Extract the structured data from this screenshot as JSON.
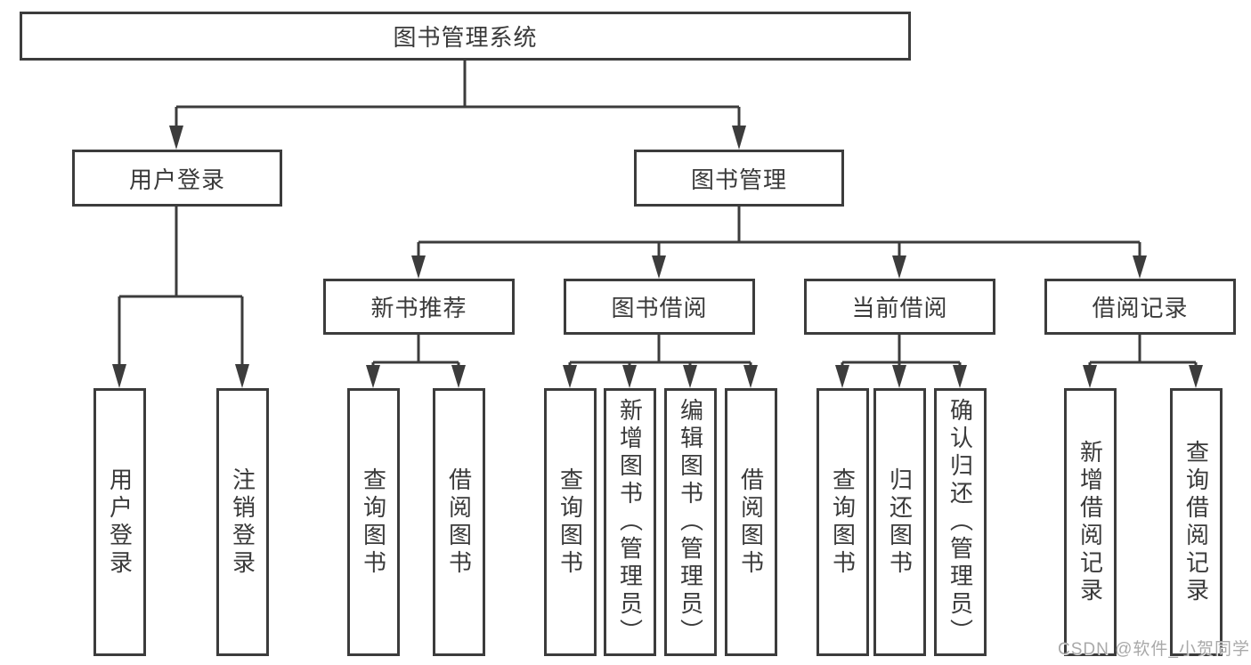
{
  "diagram": {
    "title": "图书管理系统",
    "user_branch": {
      "label": "用户登录",
      "children": [
        "用户登录",
        "注销登录"
      ]
    },
    "book_branch": {
      "label": "图书管理",
      "groups": [
        {
          "label": "新书推荐",
          "children": [
            "查询图书",
            "借阅图书"
          ]
        },
        {
          "label": "图书借阅",
          "children": [
            "查询图书",
            "新增图书（管理员）",
            "编辑图书（管理员）",
            "借阅图书"
          ]
        },
        {
          "label": "当前借阅",
          "children": [
            "查询图书",
            "归还图书",
            "确认归还（管理员）"
          ]
        },
        {
          "label": "借阅记录",
          "children": [
            "新增借阅记录",
            "查询借阅记录"
          ]
        }
      ]
    }
  },
  "watermark": "CSDN @软件_小贺同学",
  "colors": {
    "line": "#3c3c3c",
    "text": "#3a3a3a",
    "box_background": "#ffffff",
    "watermark": "#a2a2a2"
  }
}
